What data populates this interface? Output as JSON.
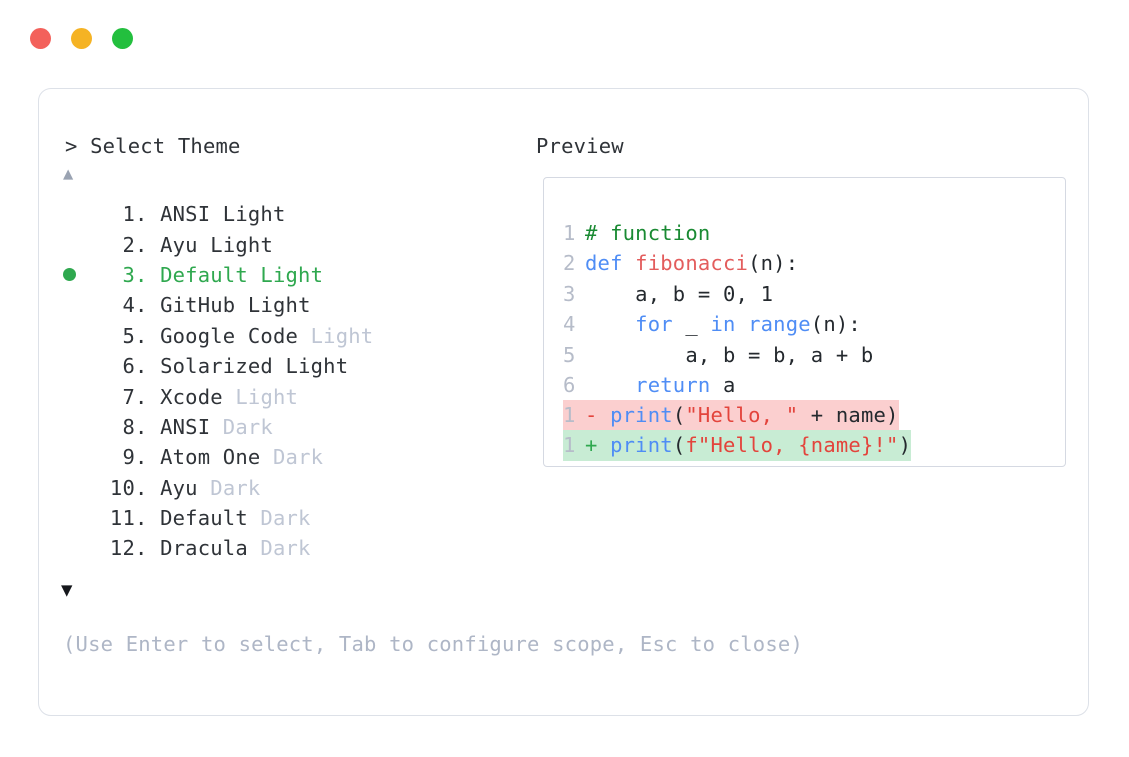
{
  "window": {
    "buttons": [
      {
        "name": "close",
        "color": "#f3615b"
      },
      {
        "name": "minimize",
        "color": "#f5b324"
      },
      {
        "name": "maximize",
        "color": "#23bf3e"
      }
    ]
  },
  "prompt": {
    "select_header": "> Select Theme",
    "preview_header": "Preview",
    "scroll_up_glyph": "▲",
    "scroll_down_glyph": "▼",
    "selected_index": 3,
    "hint": "(Use Enter to select, Tab to configure scope, Esc to close)"
  },
  "themes": [
    {
      "num": "1",
      "sep": ". ",
      "name": "ANSI",
      "suffix": " Light",
      "suffix_muted": false,
      "selected": false
    },
    {
      "num": "2",
      "sep": ". ",
      "name": "Ayu",
      "suffix": " Light",
      "suffix_muted": false,
      "selected": false
    },
    {
      "num": "3",
      "sep": ". ",
      "name": "Default",
      "suffix": " Light",
      "suffix_muted": false,
      "selected": true
    },
    {
      "num": "4",
      "sep": ". ",
      "name": "GitHub",
      "suffix": " Light",
      "suffix_muted": false,
      "selected": false
    },
    {
      "num": "5",
      "sep": ". ",
      "name": "Google Code",
      "suffix": " Light",
      "suffix_muted": true,
      "selected": false
    },
    {
      "num": "6",
      "sep": ". ",
      "name": "Solarized",
      "suffix": " Light",
      "suffix_muted": false,
      "selected": false
    },
    {
      "num": "7",
      "sep": ". ",
      "name": "Xcode",
      "suffix": " Light",
      "suffix_muted": true,
      "selected": false
    },
    {
      "num": "8",
      "sep": ". ",
      "name": "ANSI",
      "suffix": " Dark",
      "suffix_muted": true,
      "selected": false
    },
    {
      "num": "9",
      "sep": ". ",
      "name": "Atom One",
      "suffix": " Dark",
      "suffix_muted": true,
      "selected": false
    },
    {
      "num": "10",
      "sep": ". ",
      "name": "Ayu",
      "suffix": " Dark",
      "suffix_muted": true,
      "selected": false
    },
    {
      "num": "11",
      "sep": ". ",
      "name": "Default",
      "suffix": " Dark",
      "suffix_muted": true,
      "selected": false
    },
    {
      "num": "12",
      "sep": ". ",
      "name": "Dracula",
      "suffix": " Dark",
      "suffix_muted": true,
      "selected": false
    }
  ],
  "preview": {
    "code_lines": [
      {
        "ln": "1",
        "tokens": [
          {
            "t": "# function",
            "c": "tok-comment"
          }
        ]
      },
      {
        "ln": "2",
        "tokens": [
          {
            "t": "def ",
            "c": "tok-kw"
          },
          {
            "t": "fibonacci",
            "c": "tok-fn"
          },
          {
            "t": "(n):",
            "c": "tok-punct"
          }
        ]
      },
      {
        "ln": "3",
        "tokens": [
          {
            "t": "    a, b = 0, 1",
            "c": "tok-plain"
          }
        ]
      },
      {
        "ln": "4",
        "tokens": [
          {
            "t": "    ",
            "c": "tok-plain"
          },
          {
            "t": "for",
            "c": "tok-kw"
          },
          {
            "t": " _ ",
            "c": "tok-plain"
          },
          {
            "t": "in range",
            "c": "tok-kw"
          },
          {
            "t": "(n):",
            "c": "tok-punct"
          }
        ]
      },
      {
        "ln": "5",
        "tokens": [
          {
            "t": "        a, b = b, a + b",
            "c": "tok-plain"
          }
        ]
      },
      {
        "ln": "6",
        "tokens": [
          {
            "t": "    ",
            "c": "tok-plain"
          },
          {
            "t": "return",
            "c": "tok-kw"
          },
          {
            "t": " a",
            "c": "tok-plain"
          }
        ]
      }
    ],
    "diff_lines": [
      {
        "ln": "1",
        "kind": "del",
        "sign": "-",
        "tokens": [
          {
            "t": "print",
            "c": "tok-kw"
          },
          {
            "t": "(",
            "c": "tok-punct"
          },
          {
            "t": "\"Hello, \"",
            "c": "tok-str"
          },
          {
            "t": " + name)",
            "c": "tok-plain"
          }
        ]
      },
      {
        "ln": "1",
        "kind": "add",
        "sign": "+",
        "tokens": [
          {
            "t": "print",
            "c": "tok-kw"
          },
          {
            "t": "(",
            "c": "tok-punct"
          },
          {
            "t": "f\"Hello, {name}!\"",
            "c": "tok-str"
          },
          {
            "t": ")",
            "c": "tok-punct"
          }
        ]
      }
    ]
  }
}
